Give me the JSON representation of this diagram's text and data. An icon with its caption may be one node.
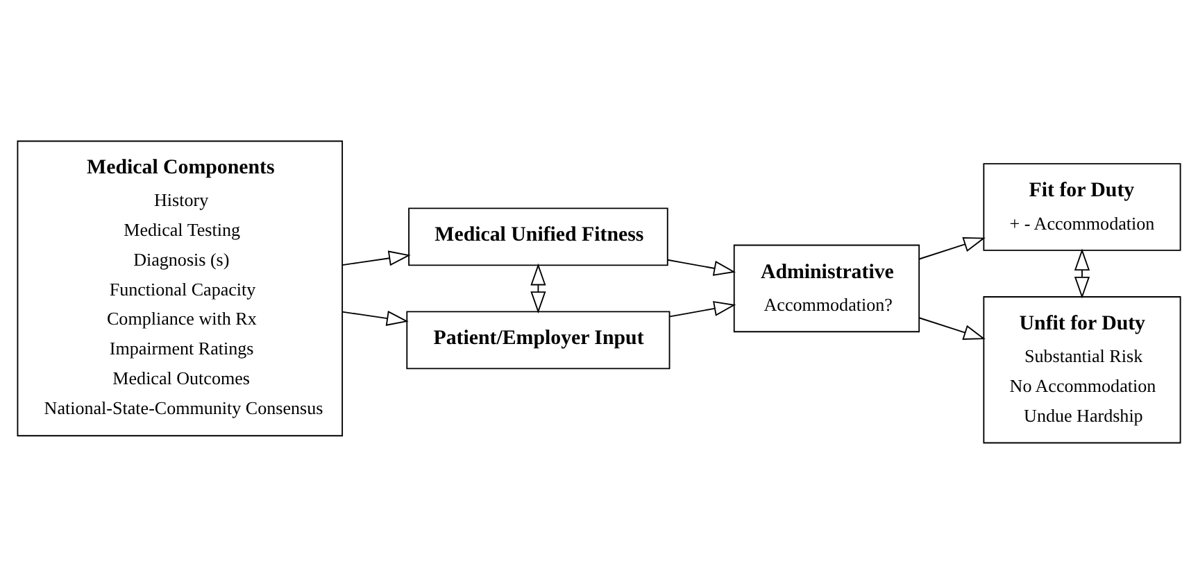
{
  "diagram": {
    "nodes": [
      {
        "text": [
          "Medical Components",
          "History",
          "Medical Testing",
          "Diagnosis (s)",
          "Functional Capacity",
          "Compliance with Rx",
          "Impairment Ratings",
          "Medical Outcomes",
          "National-State-Community Consensus"
        ]
      },
      {
        "text": [
          "Medical Unified Fitness"
        ]
      },
      {
        "text": [
          "Patient/Employer Input"
        ]
      },
      {
        "text": [
          "Administrative",
          "Accommodation?"
        ]
      },
      {
        "text": [
          "Fit for Duty",
          "+ - Accommodation"
        ]
      },
      {
        "text": [
          "Unfit for Duty",
          "Substantial Risk",
          "No Accommodation",
          "Undue Hardship"
        ]
      }
    ],
    "edges": [
      {
        "from": 0,
        "to": 1,
        "arrow": "to"
      },
      {
        "from": 0,
        "to": 2,
        "arrow": "to"
      },
      {
        "from": 1,
        "to": 2,
        "arrow": "both"
      },
      {
        "from": 1,
        "to": 3,
        "arrow": "to"
      },
      {
        "from": 2,
        "to": 3,
        "arrow": "to"
      },
      {
        "from": 3,
        "to": 4,
        "arrow": "to"
      },
      {
        "from": 3,
        "to": 5,
        "arrow": "to"
      },
      {
        "from": 4,
        "to": 5,
        "arrow": "both"
      }
    ]
  }
}
